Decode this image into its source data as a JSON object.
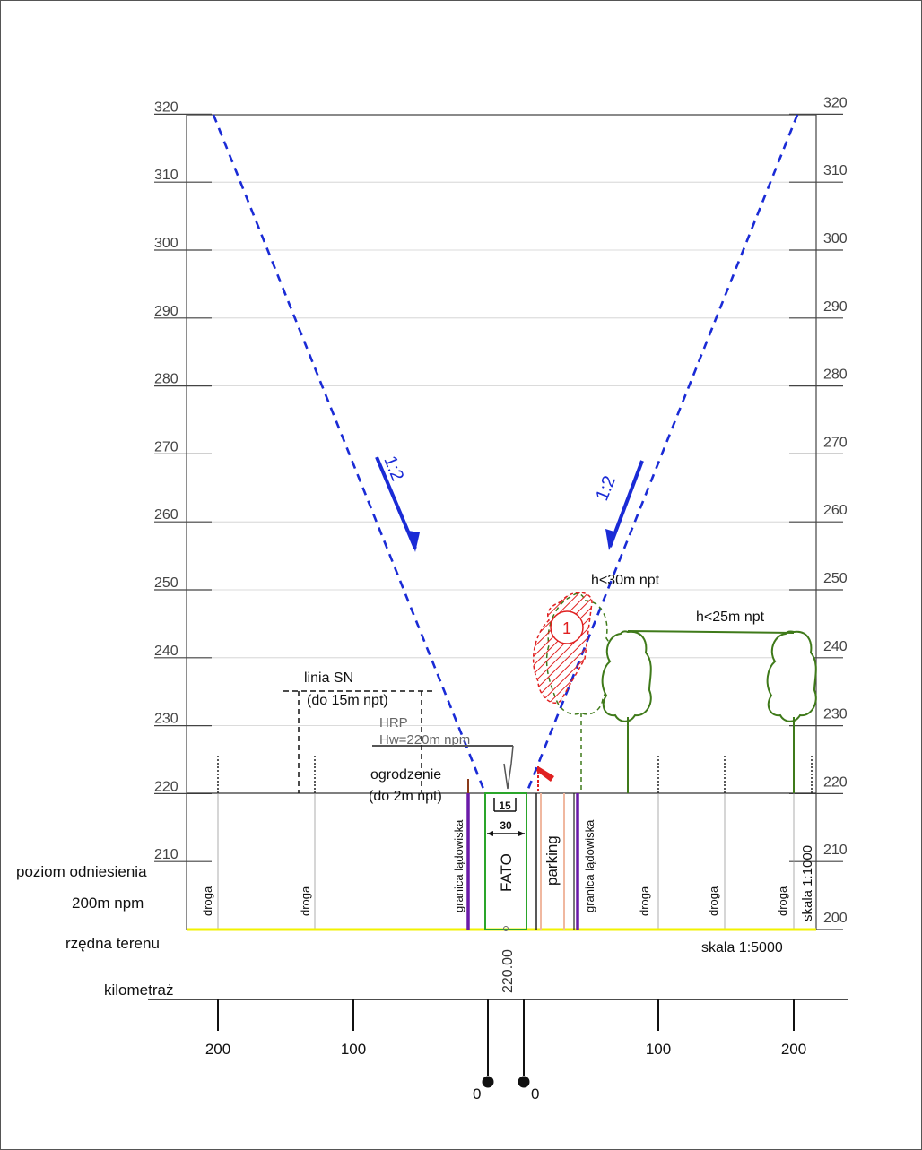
{
  "diagram": {
    "left_elevations": [
      "320",
      "310",
      "300",
      "290",
      "280",
      "270",
      "260",
      "250",
      "240",
      "230",
      "220",
      "210"
    ],
    "right_elevations": [
      "320",
      "310",
      "300",
      "290",
      "280",
      "270",
      "260",
      "250",
      "240",
      "230",
      "220",
      "210",
      "200"
    ],
    "slope_left": "1:2",
    "slope_right": "1:2",
    "h30": "h<30m npt",
    "h25": "h<25m npt",
    "obstacle_number": "1",
    "power_line": "linia SN",
    "power_line_note": "(do 15m npt)",
    "hrp": "HRP",
    "hw": "Hw=220m npm",
    "fence": "ogrodzenie",
    "fence_note": "(do 2m npt)",
    "dim_15": "15",
    "dim_30": "30",
    "fato": "FATO",
    "parking": "parking",
    "landing_border": "granica lądowiska",
    "road": "droga",
    "scale_vertical": "skala 1:1000",
    "scale_horizontal": "skala 1:5000",
    "reference_level": "poziom odniesienia",
    "reference_value": "200m npm",
    "terrain_ordinate": "rzędna terenu",
    "terrain_value": "220.00",
    "chainage": "kilometraż",
    "chainage_ticks": [
      "200",
      "100",
      "100",
      "200"
    ],
    "zero": "0",
    "colors": {
      "approach": "#1a2bd6",
      "vegetation": "#3f7a1a",
      "obstacle": "#e02020",
      "border": "#6a1aa8",
      "terrain": "#f2f200",
      "fato": "#2aa52a",
      "parking": "#f0b8a0"
    }
  }
}
